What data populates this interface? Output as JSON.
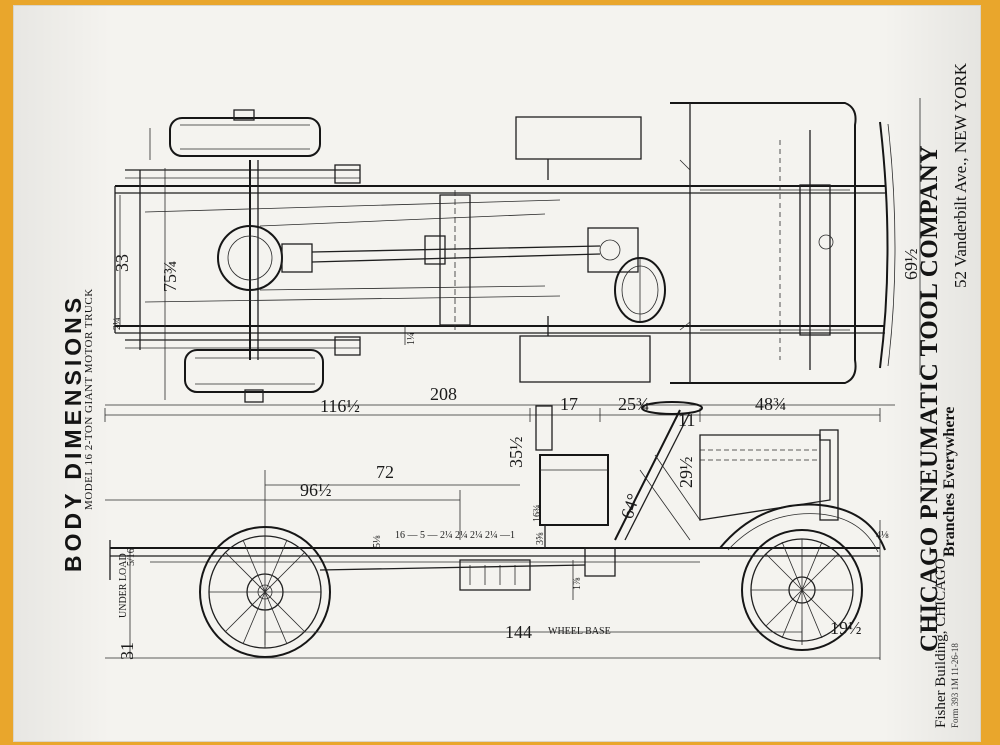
{
  "title": "BODY DIMENSIONS",
  "subtitle": "MODEL 16 2-TON GIANT MOTOR TRUCK",
  "company": {
    "name": "CHICAGO PNEUMATIC TOOL COMPANY",
    "branches": "Branches Everywhere",
    "address": "52 Vanderbilt Ave., NEW YORK",
    "building": "Fisher Building, CHICAGO",
    "form_number": "Form 393 1M 11-26-18"
  },
  "dimensions": {
    "overall_length": "208",
    "rear_axle_to_body": "116½",
    "seat_section": "17",
    "cowl_section": "25¾",
    "hood_length": "48¾",
    "frame_width": "69½",
    "frame_depth": "75¾",
    "track_inner": "33",
    "spring_offset": "2¼",
    "tube_clearance": "1¼",
    "body_72": "72",
    "body_96": "96½",
    "seat_height": "35½",
    "seat_cushion": "16¾",
    "seat_step": "3⅝",
    "steering_rake": "64°",
    "steering_height": "29½",
    "steering_offset": "11",
    "frame_drop": "1⅞",
    "frame_offset_small": "5⅛",
    "loaded_clearance": "31",
    "load_label": "UNDER LOAD",
    "frame_top_height": "4⅛",
    "wheelbase": "144",
    "wheelbase_label": "WHEEL BASE",
    "front_overhang": "19½",
    "small_dims": "16 — 5 — 2¼ 2¼ 2¼ 2¼ —1"
  }
}
